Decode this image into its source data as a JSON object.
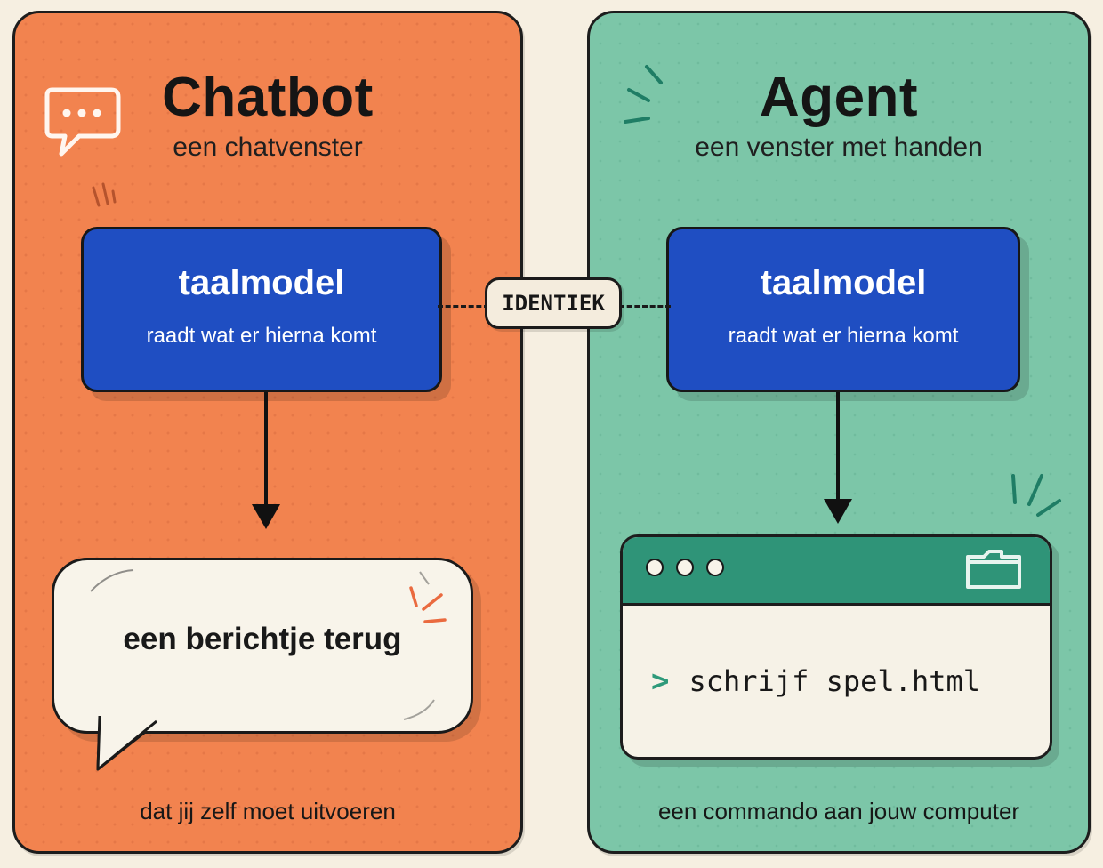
{
  "chatbot": {
    "title": "Chatbot",
    "subtitle": "een chatvenster",
    "model_title": "taalmodel",
    "model_subtitle": "raadt wat er hierna komt",
    "output_text": "een berichtje terug",
    "caption": "dat jij zelf moet uitvoeren"
  },
  "agent": {
    "title": "Agent",
    "subtitle": "een venster met handen",
    "model_title": "taalmodel",
    "model_subtitle": "raadt wat er hierna komt",
    "command_prompt": ">",
    "command_text": "schrijf spel.html",
    "caption": "een commando aan jouw computer"
  },
  "connection": {
    "label": "IDENTIEK"
  },
  "colors": {
    "background": "#f6efe1",
    "chatbot_panel": "#f2834f",
    "agent_panel": "#7cc6a8",
    "model_box": "#1f4ec2",
    "terminal_bar": "#2f9478"
  },
  "icons": {
    "chat_icon": "chat-bubble-icon",
    "folder_icon": "folder-icon"
  }
}
